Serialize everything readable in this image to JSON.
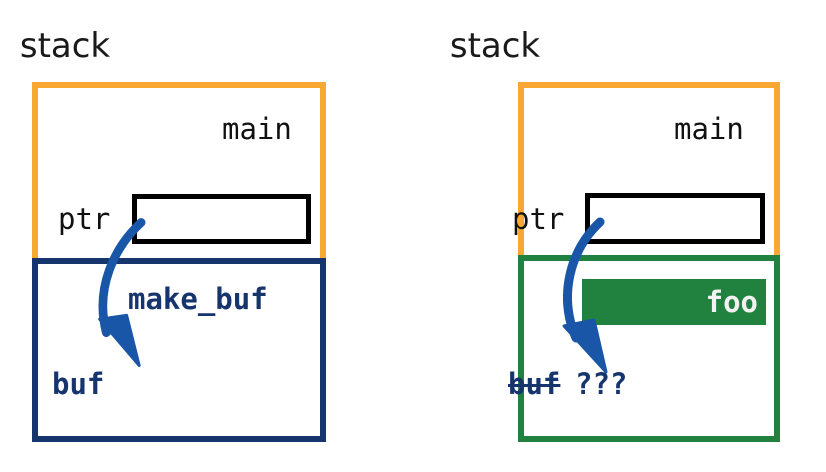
{
  "diagram": {
    "type": "memory-stack-diagram",
    "colors": {
      "main_frame_border": "#f9a933",
      "callee_frame_border_left": "#17356d",
      "callee_frame_border_right": "#21823f",
      "arrow": "#1a56a8",
      "pointer_slot_border": "#000000",
      "foo_block_fill": "#21823f",
      "foo_block_text": "#f2f2f2",
      "text_dark": "#111111",
      "label_blue": "#17356d"
    },
    "panels": [
      {
        "id": "before",
        "title": "stack",
        "main_frame": {
          "label": "main",
          "pointer": {
            "name": "ptr",
            "value": ""
          }
        },
        "callee_frame": {
          "function_label": "make_buf",
          "variable_label": "buf",
          "variable_struck": false,
          "border_color": "#17356d",
          "block": null
        },
        "arrow": {
          "from": "ptr-slot",
          "to": "buf",
          "color": "#1a56a8"
        }
      },
      {
        "id": "after",
        "title": "stack",
        "main_frame": {
          "label": "main",
          "pointer": {
            "name": "ptr",
            "value": ""
          }
        },
        "callee_frame": {
          "function_label": "foo",
          "variable_label": "buf",
          "variable_struck": true,
          "dangling_label": "???",
          "border_color": "#21823f",
          "block": {
            "label": "foo",
            "fill": "#21823f"
          }
        },
        "arrow": {
          "from": "ptr-slot",
          "to": "dangling",
          "color": "#1a56a8"
        }
      }
    ]
  }
}
